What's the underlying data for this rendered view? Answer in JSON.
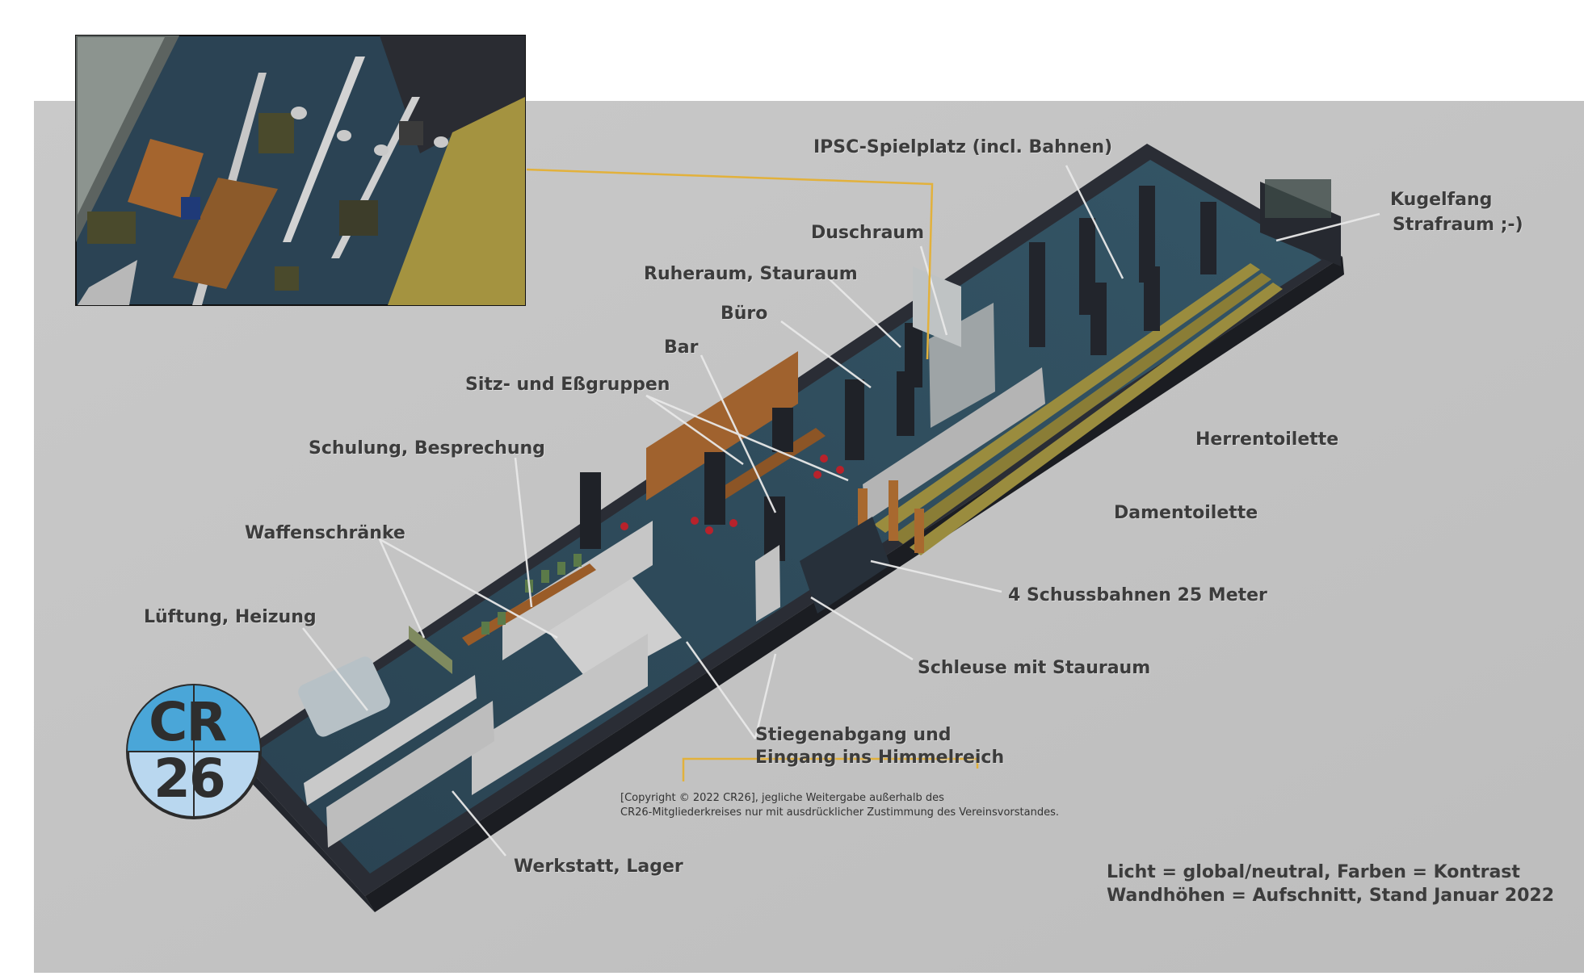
{
  "labels": {
    "ipsc": "IPSC-Spielplatz (incl. Bahnen)",
    "kugelfang": "Kugelfang",
    "strafraum": "Strafraum ;-)",
    "duschraum": "Duschraum",
    "ruheraum": "Ruheraum, Stauraum",
    "buero": "Büro",
    "bar": "Bar",
    "sitz": "Sitz- und Eßgruppen",
    "schulung": "Schulung, Besprechung",
    "waffen": "Waffenschränke",
    "lueftung": "Lüftung, Heizung",
    "herren": "Herrentoilette",
    "damen": "Damentoilette",
    "bahnen": "4 Schussbahnen 25 Meter",
    "schleuse": "Schleuse mit Stauraum",
    "stiegen1": "Stiegenabgang und",
    "stiegen2": "Eingang ins Himmelreich",
    "werkstatt": "Werkstatt, Lager"
  },
  "copyright": {
    "line1": "[Copyright © 2022 CR26], jegliche Weitergabe außerhalb des",
    "line2": "CR26-Mitgliederkreises nur mit ausdrücklicher Zustimmung des Vereinsvorstandes."
  },
  "notes": {
    "line1": "Licht = global/neutral, Farben = Kontrast",
    "line2": "Wandhöhen = Aufschnitt, Stand Januar 2022"
  },
  "logo": {
    "top": "CR",
    "bottom": "26"
  },
  "colors": {
    "backdrop": "#cbcbcb",
    "wall": "#2c2f38",
    "floor": "#2c4656",
    "lane": "#9a8c3e",
    "wood": "#a0622e",
    "callout": "#e2b13c",
    "logo_blue": "#4aa6d8",
    "logo_light": "#b9d7ef"
  }
}
